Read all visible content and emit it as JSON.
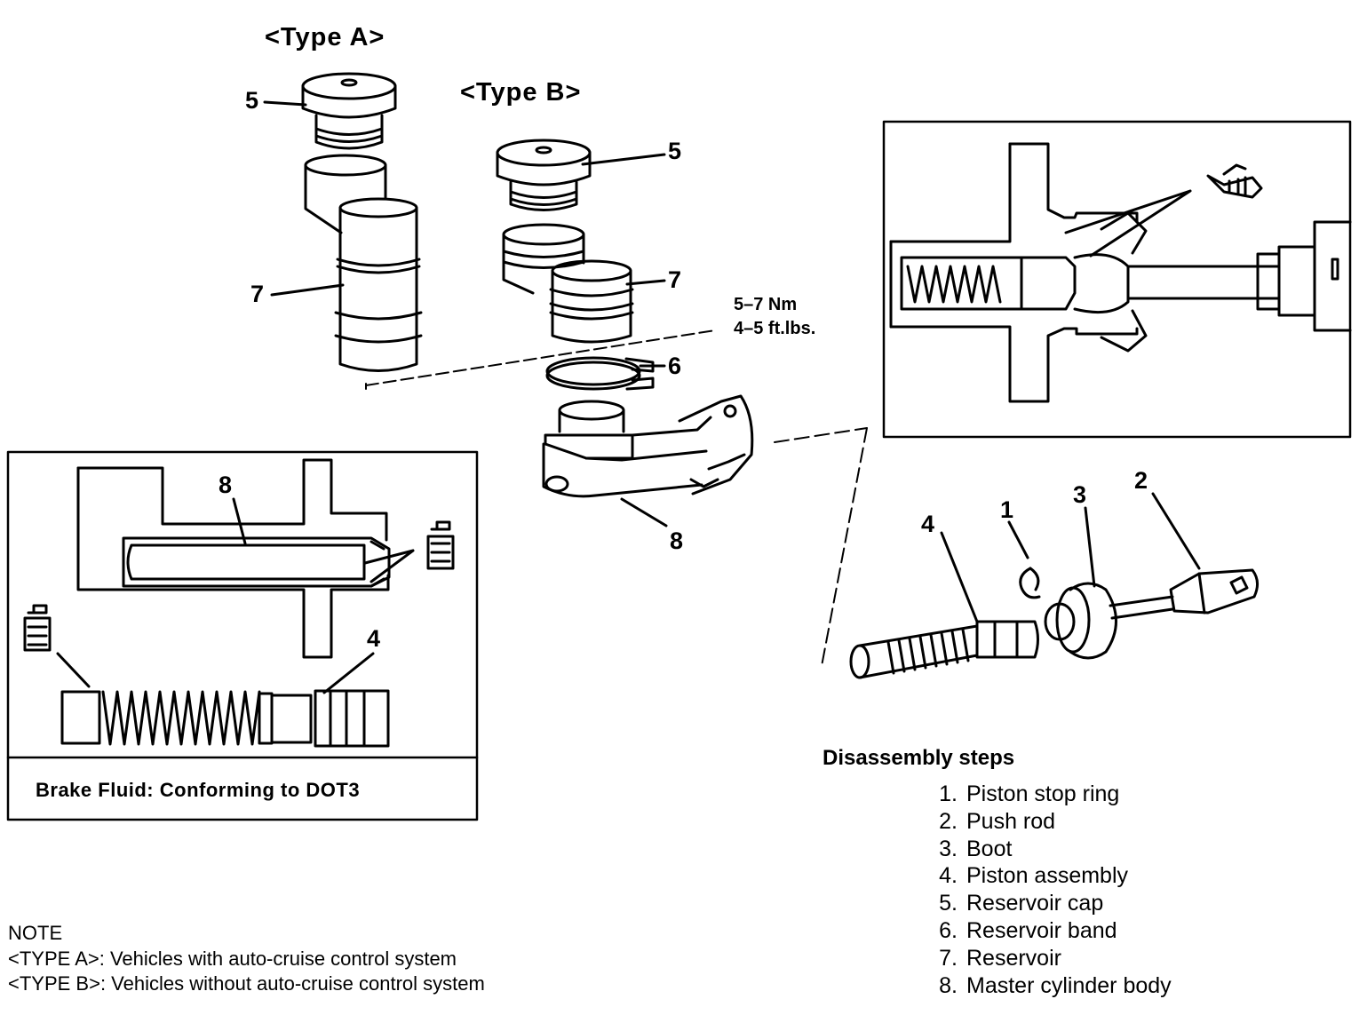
{
  "type_a_label": "<Type A>",
  "type_b_label": "<Type B>",
  "callouts": {
    "a5": "5",
    "a7": "7",
    "b5": "5",
    "b7": "7",
    "b6": "6",
    "b8": "8",
    "inset_8": "8",
    "inset_4": "4",
    "exp_1": "1",
    "exp_2": "2",
    "exp_3": "3",
    "exp_4": "4"
  },
  "torque": {
    "nm": "5–7 Nm",
    "ftlbs": "4–5 ft.lbs."
  },
  "fluid_caption": "Brake Fluid: Conforming to DOT3",
  "steps_title": "Disassembly steps",
  "steps": [
    {
      "num": "1.",
      "label": "Piston stop ring"
    },
    {
      "num": "2.",
      "label": "Push rod"
    },
    {
      "num": "3.",
      "label": "Boot"
    },
    {
      "num": "4.",
      "label": "Piston assembly"
    },
    {
      "num": "5.",
      "label": "Reservoir cap"
    },
    {
      "num": "6.",
      "label": "Reservoir band"
    },
    {
      "num": "7.",
      "label": "Reservoir"
    },
    {
      "num": "8.",
      "label": "Master cylinder body"
    }
  ],
  "note": {
    "heading": "NOTE",
    "line_a": "<TYPE A>:  Vehicles  with  auto-cruise  control  system",
    "line_b": "<TYPE B>:  Vehicles  without  auto-cruise  control  system"
  }
}
